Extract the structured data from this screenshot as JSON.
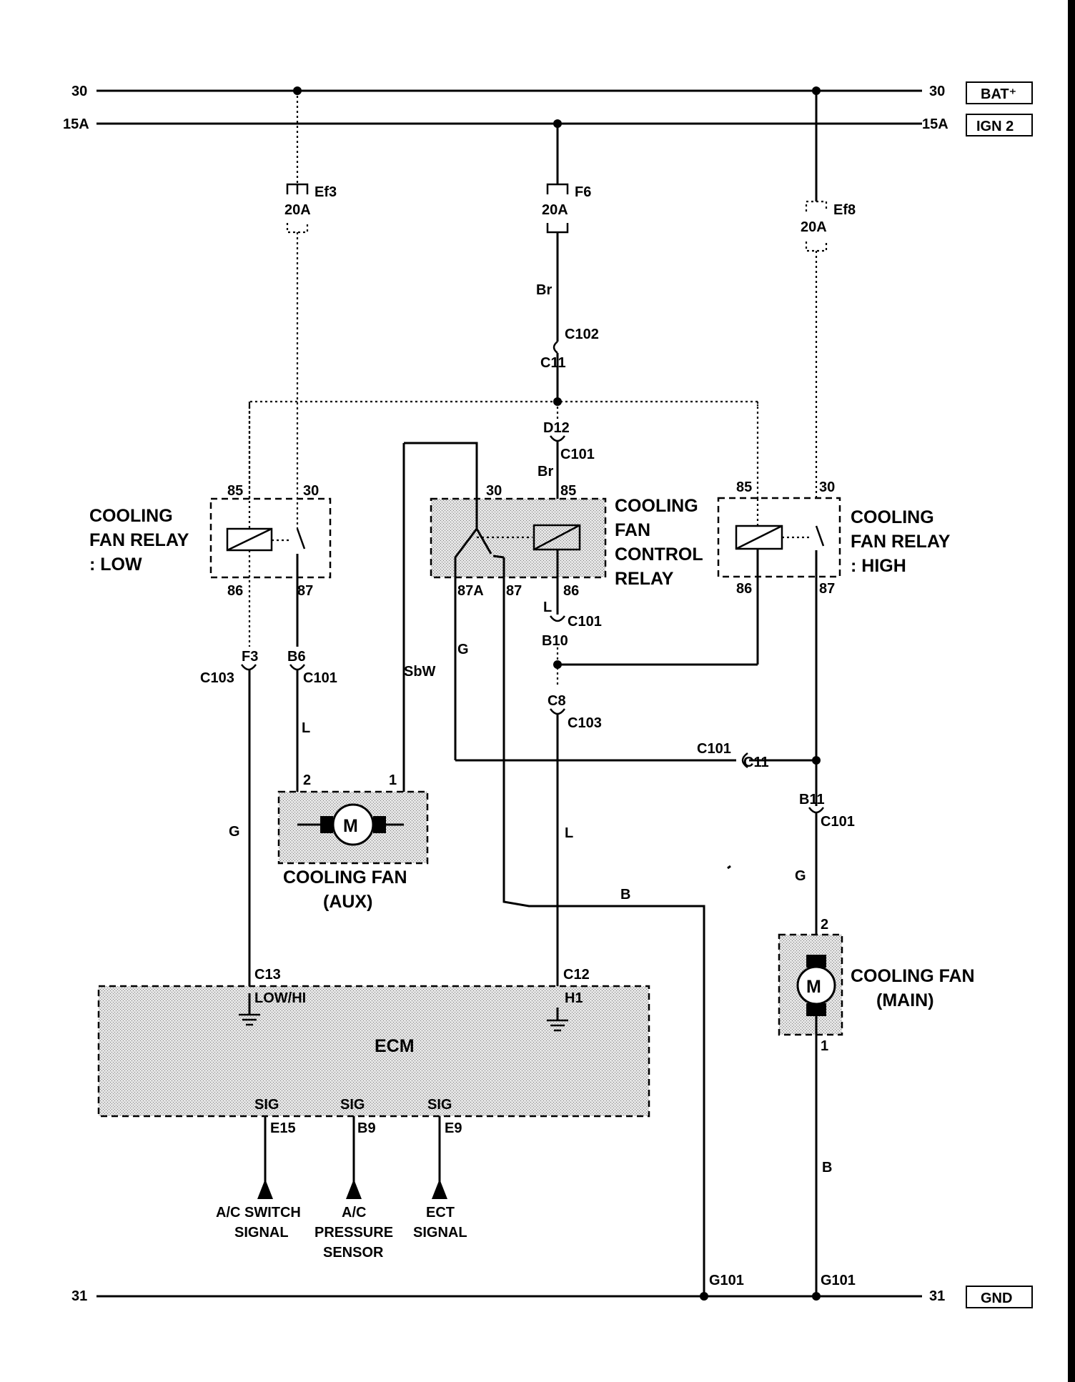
{
  "rails": {
    "bat": {
      "left": "30",
      "right": "30",
      "tag": "BAT⁺"
    },
    "ign": {
      "left": "15A",
      "right": "15A",
      "tag": "IGN 2"
    },
    "gnd": {
      "left": "31",
      "right": "31",
      "tag": "GND"
    }
  },
  "fuses": {
    "ef3": {
      "name": "Ef3",
      "rating": "20A"
    },
    "f6": {
      "name": "F6",
      "rating": "20A"
    },
    "ef8": {
      "name": "Ef8",
      "rating": "20A"
    }
  },
  "relays": {
    "low": {
      "title": [
        "COOLING",
        "FAN RELAY",
        ": LOW"
      ],
      "pins": [
        "85",
        "30",
        "86",
        "87"
      ]
    },
    "control": {
      "title": [
        "COOLING",
        "FAN",
        "CONTROL",
        "RELAY"
      ],
      "pins": [
        "30",
        "85",
        "87A",
        "87",
        "86"
      ]
    },
    "high": {
      "title": [
        "COOLING",
        "FAN RELAY",
        ": HIGH"
      ],
      "pins": [
        "85",
        "30",
        "86",
        "87"
      ]
    }
  },
  "connectors": {
    "c102": "C102",
    "c11": "C11",
    "d12": "D12",
    "c101_d12": "C101",
    "c101_b10": "C101",
    "b10": "B10",
    "c8": "C8",
    "c103_c8": "C103",
    "f3": "F3",
    "c103_f3": "C103",
    "b6": "B6",
    "c101_b6": "C101",
    "c101_c11": "C101",
    "c11_right": "C11",
    "b11": "B11",
    "c101_b11": "C101",
    "c13": "C13",
    "c12": "C12",
    "g101_left": "G101",
    "g101_right": "G101"
  },
  "wire_colors": {
    "br_top": "Br",
    "br_mid": "Br",
    "l_86": "L",
    "g_87a": "G",
    "sbw": "SbW",
    "l_b6": "L",
    "g_f3": "G",
    "l_c8": "L",
    "b_mid": "B",
    "g_main": "G",
    "b_main": "B"
  },
  "fans": {
    "aux": {
      "title": [
        "COOLING FAN",
        "(AUX)"
      ],
      "pins": [
        "2",
        "1"
      ],
      "motor": "M"
    },
    "main": {
      "title": [
        "COOLING FAN",
        "(MAIN)"
      ],
      "pins": [
        "2",
        "1"
      ],
      "motor": "M"
    }
  },
  "ecm": {
    "title": "ECM",
    "low_hi": "LOW/HI",
    "h1": "H1",
    "sig_labels": [
      "SIG",
      "SIG",
      "SIG"
    ],
    "sig_pins": [
      "E15",
      "B9",
      "E9"
    ]
  },
  "inputs": {
    "ac_switch": [
      "A/C SWITCH",
      "SIGNAL"
    ],
    "ac_pressure": [
      "A/C",
      "PRESSURE",
      "SENSOR"
    ],
    "ect": [
      "ECT",
      "SIGNAL"
    ]
  }
}
